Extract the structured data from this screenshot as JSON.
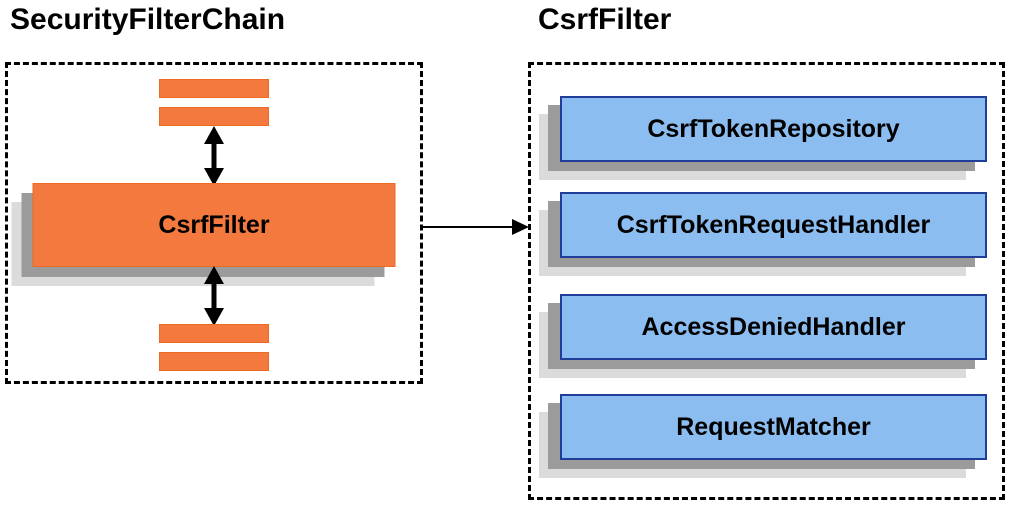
{
  "left_panel": {
    "title": "SecurityFilterChain",
    "filter_node": {
      "label": "CsrfFilter"
    }
  },
  "right_panel": {
    "title": "CsrfFilter",
    "components": [
      {
        "label": "CsrfTokenRepository"
      },
      {
        "label": "CsrfTokenRequestHandler"
      },
      {
        "label": "AccessDeniedHandler"
      },
      {
        "label": "RequestMatcher"
      }
    ]
  },
  "icons": {
    "bidirectional_arrow": "↕",
    "connector_arrow": "→"
  },
  "colors": {
    "orange": "#F4793E",
    "orange_border": "#EB6A24",
    "blue": "#8BBDF0",
    "blue_border": "#1F3D99",
    "shadow_dark": "#9B9B9B",
    "shadow_light": "#DBDBDB",
    "diagram_text": "#000000"
  }
}
